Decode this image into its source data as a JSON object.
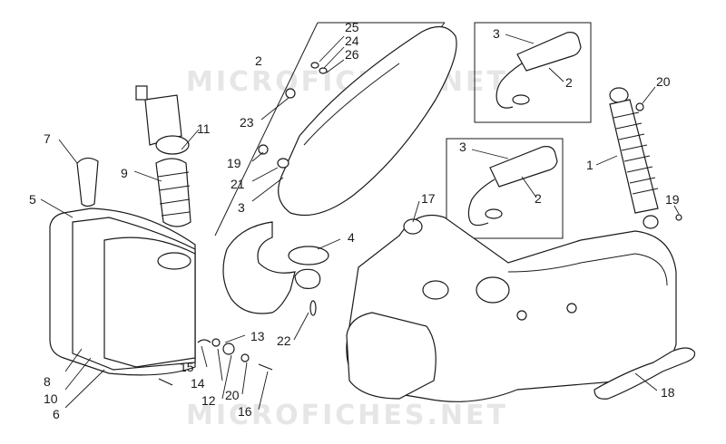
{
  "watermark": "MICROFICHES.NET",
  "callouts": {
    "c1": "1",
    "c2a": "2",
    "c2b": "2",
    "c2c": "2",
    "c3a": "3",
    "c3b": "3",
    "c3c": "3",
    "c4": "4",
    "c5": "5",
    "c6": "6",
    "c7": "7",
    "c8": "8",
    "c9": "9",
    "c10": "10",
    "c11": "11",
    "c12": "12",
    "c13": "13",
    "c14": "14",
    "c15": "15",
    "c16": "16",
    "c17": "17",
    "c18": "18",
    "c19a": "19",
    "c19b": "19",
    "c20a": "20",
    "c20b": "20",
    "c21": "21",
    "c22": "22",
    "c23": "23",
    "c24": "24",
    "c25": "25",
    "c26": "26"
  }
}
